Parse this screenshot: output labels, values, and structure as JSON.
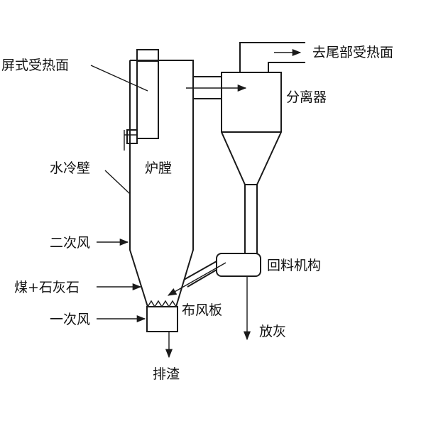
{
  "diagram": {
    "labels": {
      "screen_surface": "屏式受热面",
      "tail_surface": "去尾部受热面",
      "separator": "分离器",
      "water_wall": "水冷壁",
      "furnace": "炉膛",
      "secondary_air": "二次风",
      "loop_seal": "回料机构",
      "coal_limestone": "煤+石灰石",
      "distributor": "布风板",
      "primary_air": "一次风",
      "ash_discharge": "放灰",
      "slag_discharge": "排渣"
    }
  }
}
